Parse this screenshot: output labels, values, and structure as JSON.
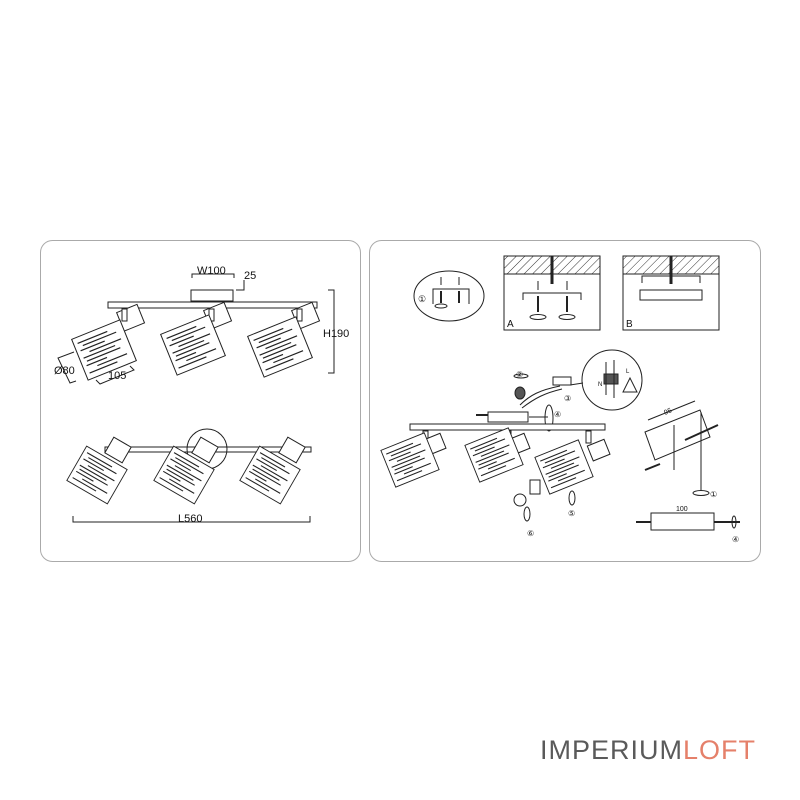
{
  "dimensions": {
    "width": "W100",
    "base_height": "25",
    "height": "H190",
    "shade_diameter": "Ø80",
    "shade_length": "105",
    "length": "L560"
  },
  "install": {
    "step1": "①",
    "step2": "②",
    "step3": "③",
    "step4": "④",
    "step5": "⑤",
    "step6": "⑥",
    "panel_a": "A",
    "panel_b": "B",
    "wire_n": "N",
    "wire_l": "L",
    "bracket_spacing": "95",
    "bracket_width": "100"
  },
  "logo": {
    "part1": "IMPERIUM",
    "part2": "LOFT",
    "colors": {
      "part1": "#5a5a5a",
      "part2": "#e5806a"
    }
  }
}
